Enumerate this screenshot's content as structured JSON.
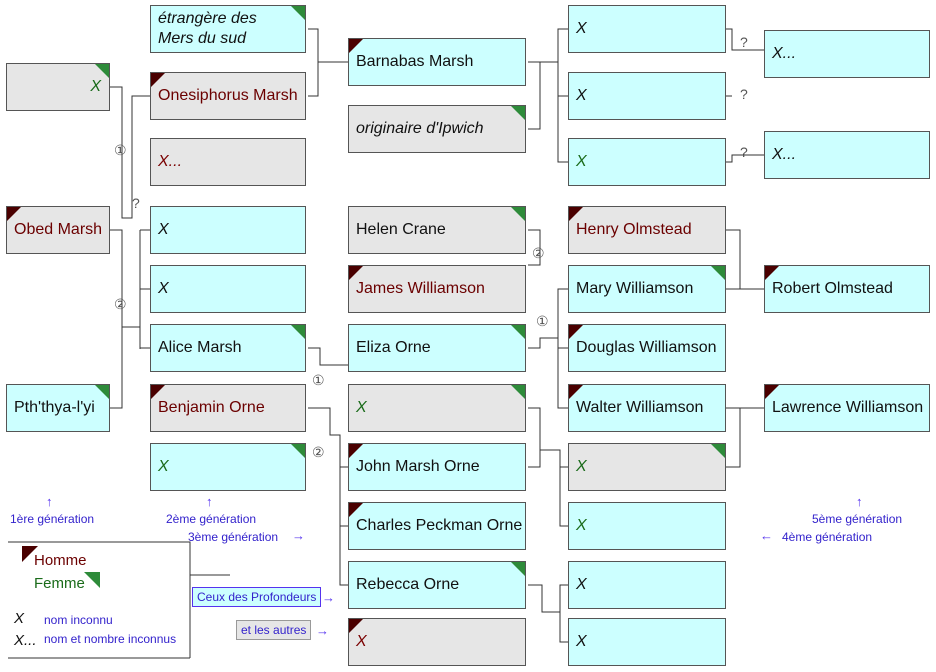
{
  "people": {
    "obed": "Obed Marsh",
    "pththya": "Pth'thya-l'yi",
    "x_father_obed": "X",
    "onesiphorus": "Onesiphorus Marsh",
    "x_dots_2": "X...",
    "etrangere": "étrangère des Mers du sud",
    "x_a": "X",
    "x_b": "X",
    "alice": "Alice Marsh",
    "benjamin": "Benjamin Orne",
    "x_green_2": "X",
    "barnabas": "Barnabas Marsh",
    "ipwich": "originaire d'Ipwich",
    "helen": "Helen Crane",
    "james": "James Williamson",
    "eliza": "Eliza Orne",
    "x_green_3": "X",
    "john": "John Marsh Orne",
    "charles": "Charles Peckman Orne",
    "rebecca": "Rebecca Orne",
    "x_red_3": "X",
    "x4_1": "X",
    "x4_2": "X",
    "x4_3": "X",
    "henry": "Henry Olmstead",
    "mary": "Mary Williamson",
    "douglas": "Douglas Williamson",
    "walter": "Walter Williamson",
    "x4_grey": "X",
    "x4_4": "X",
    "x4_5": "X",
    "x4_6": "X",
    "x5_dots_1": "X...",
    "x5_dots_2": "X...",
    "robert": "Robert Olmstead",
    "lawrence": "Lawrence Williamson"
  },
  "markers": {
    "q": "?",
    "one": "①",
    "two": "②"
  },
  "generations": {
    "g1": "1ère génération",
    "g2": "2ème génération",
    "g3": "3ème génération",
    "g4": "4ème génération",
    "g5": "5ème génération"
  },
  "arrows": {
    "up": "↑",
    "right": "→",
    "left": "←"
  },
  "legend": {
    "homme": "Homme",
    "femme": "Femme",
    "x_symbol": "X",
    "x_desc": "nom inconnu",
    "xdots_symbol": "X...",
    "xdots_desc": "nom et nombre inconnus",
    "profondeurs": "Ceux des Profondeurs",
    "autres": "et les autres"
  },
  "colors": {
    "deep_one": "#ccffff",
    "other": "#e6e6e6",
    "male_corner": "#4a0000",
    "female_corner": "#2e8b3a",
    "legend_text": "#3322cc"
  }
}
